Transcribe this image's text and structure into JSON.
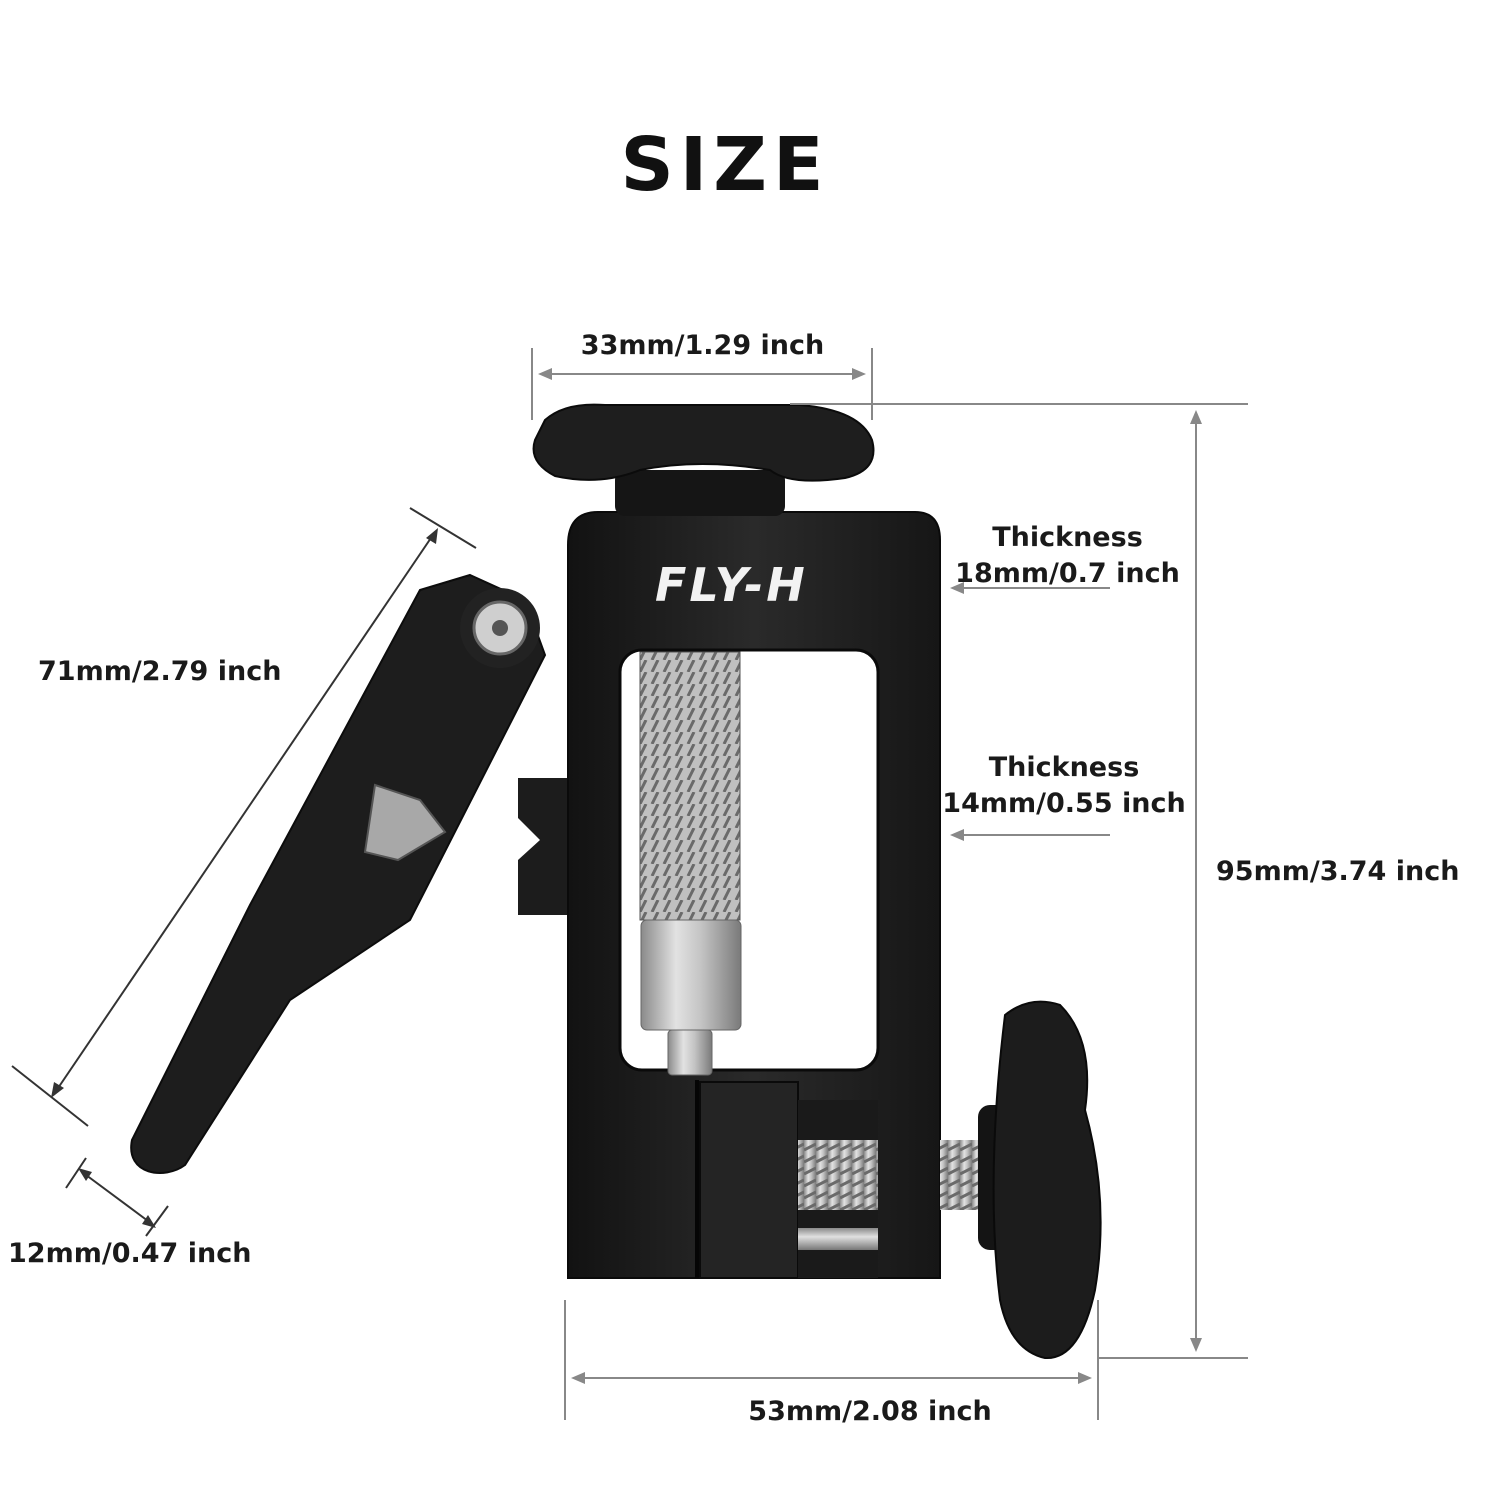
{
  "title": "SIZE",
  "brand": "FLY-H",
  "dimensions": {
    "top_width": "33mm/1.29 inch",
    "thickness_label": "Thickness",
    "thickness_upper": "18mm/0.7 inch",
    "thickness_lower": "14mm/0.55 inch",
    "handle_length": "71mm/2.79 inch",
    "height": "95mm/3.74 inch",
    "handle_width": "12mm/0.47 inch",
    "base_width": "53mm/2.08 inch"
  },
  "colors": {
    "body": "#1c1c1c",
    "steel": "#b8b8b8",
    "dimension_line": "#888888",
    "text": "#1a1a1a"
  }
}
